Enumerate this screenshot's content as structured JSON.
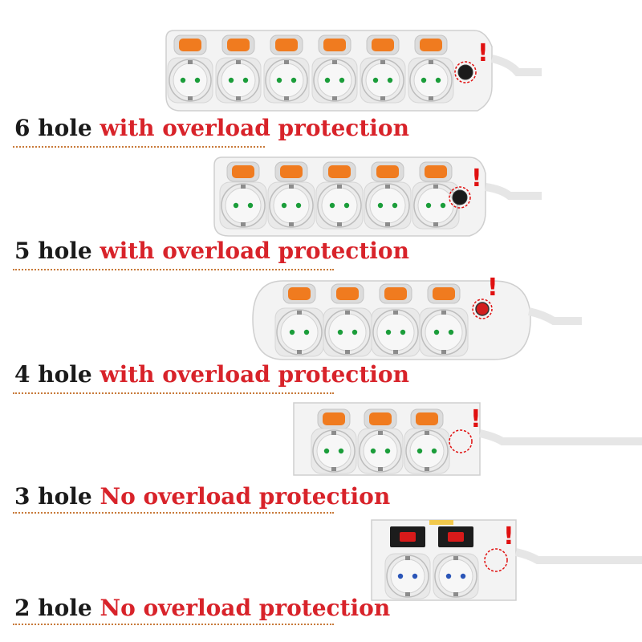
{
  "colors": {
    "body": "#f2f2f2",
    "switch_orange": "#f07b1f",
    "switch_red": "#d81a1a",
    "contact_green": "#1b9d3a",
    "contact_blue": "#2a55b8",
    "warning_red": "#e01010",
    "caption_black": "#1a1a1a",
    "caption_red": "#d8232a",
    "dotted_line": "#c87a3a"
  },
  "strips": [
    {
      "count_label": "6 hole",
      "desc_label": "with  overload  protection",
      "sockets": 6,
      "switch_style": "orange",
      "overload_button": true,
      "mark": "!"
    },
    {
      "count_label": "5 hole",
      "desc_label": "with overload protection",
      "sockets": 5,
      "switch_style": "orange",
      "overload_button": true,
      "mark": "!"
    },
    {
      "count_label": "4 hole",
      "desc_label": "with overload protection",
      "sockets": 4,
      "switch_style": "orange",
      "overload_button": true,
      "mark": "!"
    },
    {
      "count_label": "3 hole",
      "desc_label": "No overload protection",
      "sockets": 3,
      "switch_style": "orange",
      "overload_button": false,
      "mark": "!"
    },
    {
      "count_label": "2 hole",
      "desc_label": "No overload protection",
      "sockets": 2,
      "switch_style": "red",
      "overload_button": false,
      "mark": "!"
    }
  ]
}
